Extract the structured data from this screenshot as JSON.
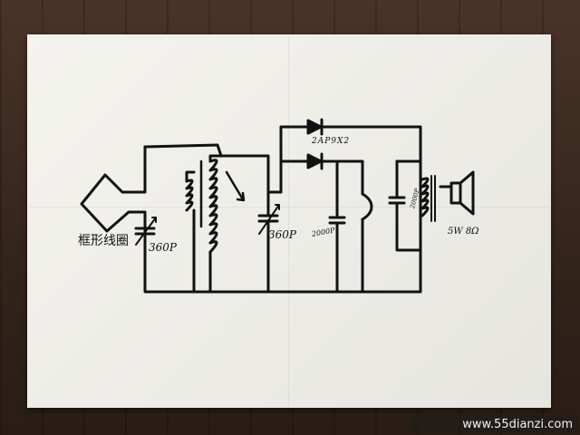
{
  "labels": {
    "antenna": "框形线圈",
    "tuning_cap_1": "360P",
    "tuning_cap_2": "360P",
    "diode": "2AP9X2",
    "filter_cap": "2000P",
    "bypass_cap": "2000P",
    "speaker": "5W 8Ω"
  },
  "watermark": "www.55dianzi.com",
  "colors": {
    "ink": "#111111",
    "paper": "#f0efea",
    "background": "#3b2a20"
  },
  "icons": {
    "diode": "diode-icon",
    "speaker": "speaker-icon",
    "variable_capacitor": "variable-capacitor-icon",
    "coil": "coil-icon"
  }
}
